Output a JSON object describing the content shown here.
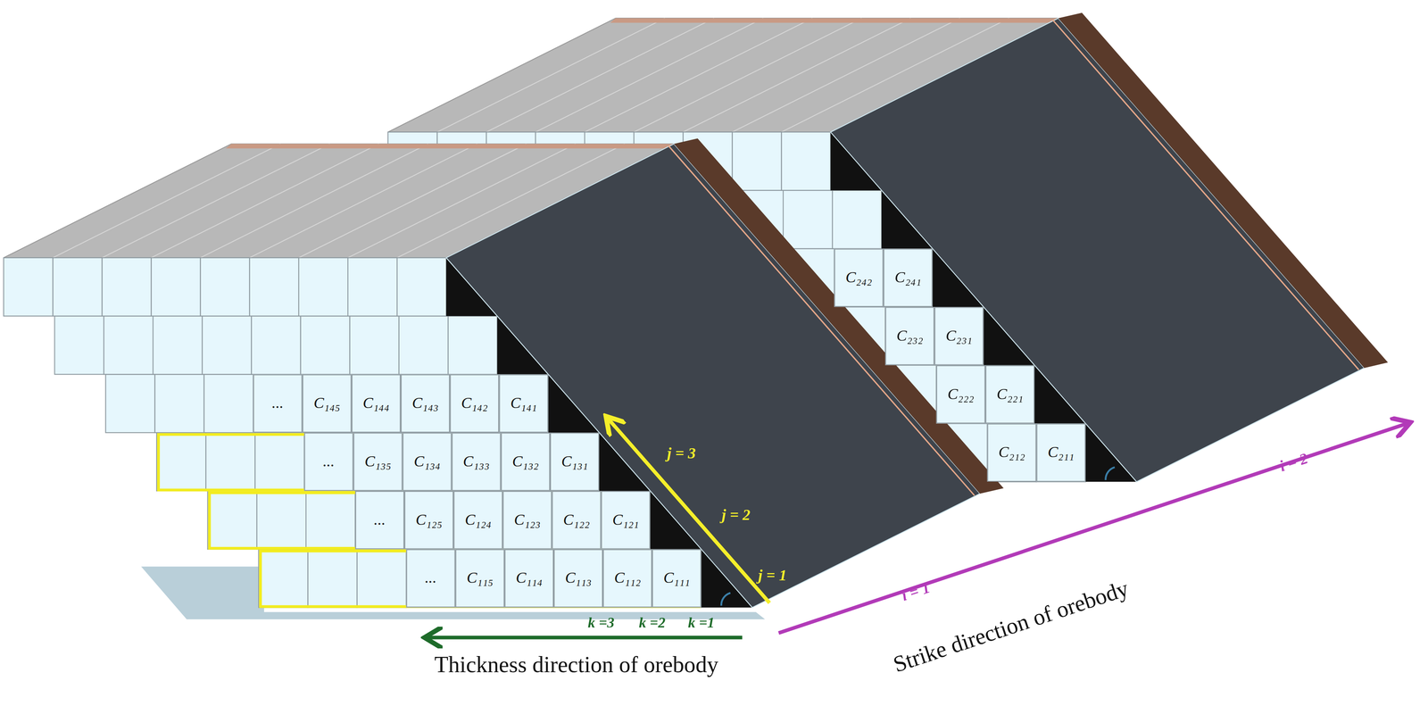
{
  "diagram": {
    "nodes": [
      {
        "text": [
          "..."
        ]
      },
      {
        "text": [
          "C₁₄₅"
        ]
      },
      {
        "text": [
          "C₁₄₄"
        ]
      },
      {
        "text": [
          "C₁₄₃"
        ]
      },
      {
        "text": [
          "C₁₄₂"
        ]
      },
      {
        "text": [
          "C₁₄₁"
        ]
      },
      {
        "text": [
          "..."
        ]
      },
      {
        "text": [
          "C₁₃₅"
        ]
      },
      {
        "text": [
          "C₁₃₄"
        ]
      },
      {
        "text": [
          "C₁₃₃"
        ]
      },
      {
        "text": [
          "C₁₃₂"
        ]
      },
      {
        "text": [
          "C₁₃₁"
        ]
      },
      {
        "text": [
          "..."
        ]
      },
      {
        "text": [
          "C₁₂₅"
        ]
      },
      {
        "text": [
          "C₁₂₄"
        ]
      },
      {
        "text": [
          "C₁₂₃"
        ]
      },
      {
        "text": [
          "C₁₂₂"
        ]
      },
      {
        "text": [
          "C₁₂₁"
        ]
      },
      {
        "text": [
          "..."
        ]
      },
      {
        "text": [
          "C₁₁₅"
        ]
      },
      {
        "text": [
          "C₁₁₄"
        ]
      },
      {
        "text": [
          "C₁₁₃"
        ]
      },
      {
        "text": [
          "C₁₁₂"
        ]
      },
      {
        "text": [
          "C₁₁₁"
        ]
      },
      {
        "text": [
          "C₂₄₂"
        ]
      },
      {
        "text": [
          "C₂₄₁"
        ]
      },
      {
        "text": [
          "C₂₃₂"
        ]
      },
      {
        "text": [
          "C₂₃₁"
        ]
      },
      {
        "text": [
          "C₂₂₂"
        ]
      },
      {
        "text": [
          "C₂₂₁"
        ]
      },
      {
        "text": [
          "C₂₁₂"
        ]
      },
      {
        "text": [
          "C₂₁₁"
        ]
      }
    ],
    "labels": [
      "j = 1",
      "j = 2",
      "j = 3",
      "k =1",
      "k =2",
      "k =3",
      "Thickness direction of orebody",
      "i = 1",
      "i = 2",
      "Strike direction of orebody"
    ]
  }
}
